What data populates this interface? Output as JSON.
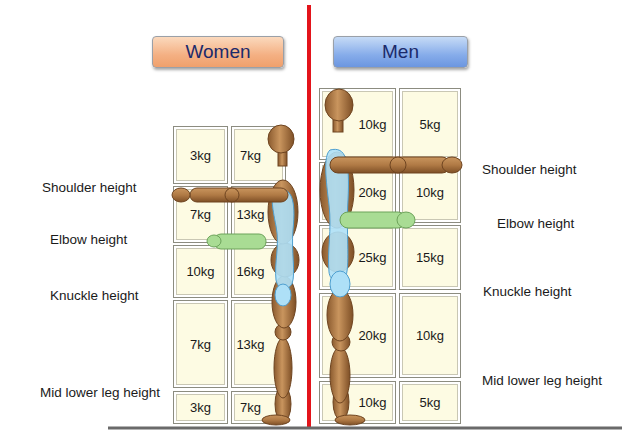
{
  "diagram": {
    "nodes": [
      {
        "text": [
          "Women"
        ]
      },
      {
        "text": [
          "Men"
        ]
      },
      {
        "text": [
          "3kg"
        ]
      },
      {
        "text": [
          "7kg"
        ]
      },
      {
        "text": [
          "7kg"
        ]
      },
      {
        "text": [
          "13kg"
        ]
      },
      {
        "text": [
          "10kg"
        ]
      },
      {
        "text": [
          "16kg"
        ]
      },
      {
        "text": [
          "7kg"
        ]
      },
      {
        "text": [
          "13kg"
        ]
      },
      {
        "text": [
          "3kg"
        ]
      },
      {
        "text": [
          "7kg"
        ]
      },
      {
        "text": [
          "10kg"
        ]
      },
      {
        "text": [
          "5kg"
        ]
      },
      {
        "text": [
          "20kg"
        ]
      },
      {
        "text": [
          "10kg"
        ]
      },
      {
        "text": [
          "25kg"
        ]
      },
      {
        "text": [
          "15kg"
        ]
      },
      {
        "text": [
          "20kg"
        ]
      },
      {
        "text": [
          "10kg"
        ]
      },
      {
        "text": [
          "10kg"
        ]
      },
      {
        "text": [
          "5kg"
        ]
      }
    ],
    "labels": [
      "Shoulder height",
      "Elbow height",
      "Knuckle height",
      "Mid lower leg height",
      "Shoulder height",
      "Elbow height",
      "Knuckle height",
      "Mid lower leg height"
    ]
  }
}
